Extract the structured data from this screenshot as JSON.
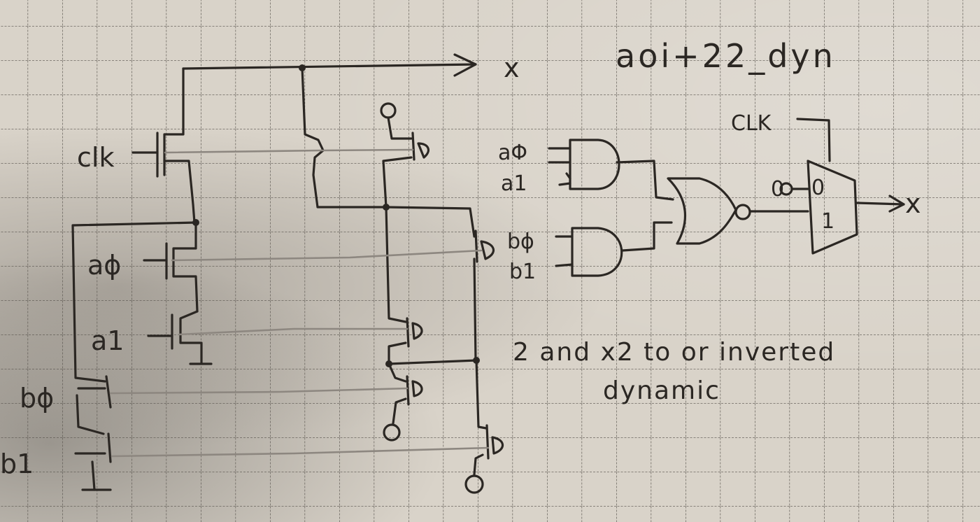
{
  "title": "aoi+22_dyn",
  "output_label": "x",
  "inputs": {
    "clk": "clk",
    "a0": "aϕ",
    "a1": "a1",
    "b0": "bϕ",
    "b1": "b1"
  },
  "gates": {
    "clk": "CLK",
    "a0": "aΦ",
    "a1": "a1",
    "b0": "bϕ",
    "b1": "b1",
    "mux_in0": "0",
    "mux_inner0": "0",
    "mux_inner1": "1",
    "out": "x"
  },
  "note": {
    "line1": "2 and x2 to or inverted",
    "line2": "dynamic"
  }
}
